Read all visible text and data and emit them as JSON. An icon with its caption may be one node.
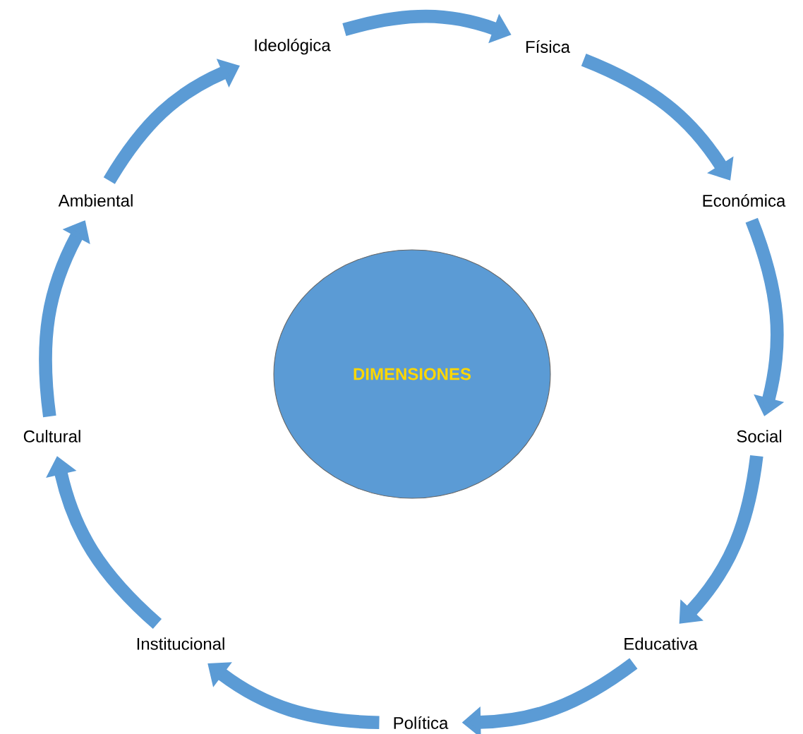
{
  "diagram": {
    "nodes": [
      {
        "text": [
          "DIMENSIONES"
        ]
      },
      {
        "text": [
          "Física"
        ]
      },
      {
        "text": [
          "Económica"
        ]
      },
      {
        "text": [
          "Social"
        ]
      },
      {
        "text": [
          "Educativa"
        ]
      },
      {
        "text": [
          "Política"
        ]
      },
      {
        "text": [
          "Institucional"
        ]
      },
      {
        "text": [
          "Cultural"
        ]
      },
      {
        "text": [
          "Ambiental"
        ]
      },
      {
        "text": [
          "Ideológica"
        ]
      }
    ],
    "edges": [
      {
        "from": 9,
        "to": 1,
        "arrow": "to"
      },
      {
        "from": 1,
        "to": 2,
        "arrow": "to"
      },
      {
        "from": 2,
        "to": 3,
        "arrow": "to"
      },
      {
        "from": 3,
        "to": 4,
        "arrow": "to"
      },
      {
        "from": 4,
        "to": 5,
        "arrow": "to"
      },
      {
        "from": 5,
        "to": 6,
        "arrow": "to"
      },
      {
        "from": 6,
        "to": 7,
        "arrow": "to"
      },
      {
        "from": 7,
        "to": 8,
        "arrow": "to"
      },
      {
        "from": 8,
        "to": 9,
        "arrow": "to"
      }
    ]
  }
}
